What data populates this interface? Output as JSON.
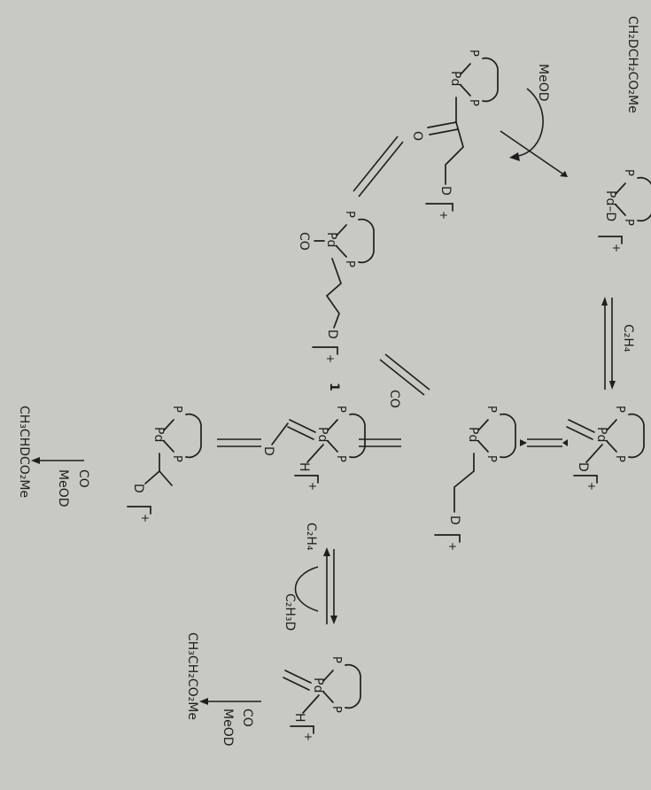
{
  "labels": {
    "P": "P",
    "Pd": "Pd",
    "Pd_D": "Pd–D",
    "D": "D",
    "H": "H",
    "O": "O",
    "CO": "CO",
    "plus": "+",
    "num1": "1"
  },
  "reagents": {
    "MeOD": "MeOD",
    "C2H4": "C₂H₄",
    "C2H3D": "C₂H₃D",
    "CO": "CO"
  },
  "products": {
    "p1": "CH₂DCH₂CO₂Me",
    "p2": "CH₃CHDCO₂Me",
    "p3": "CH₃CH₂CO₂Me"
  },
  "colors": {
    "ink": "#1e1e1e",
    "paper": "#c9c9c3"
  }
}
